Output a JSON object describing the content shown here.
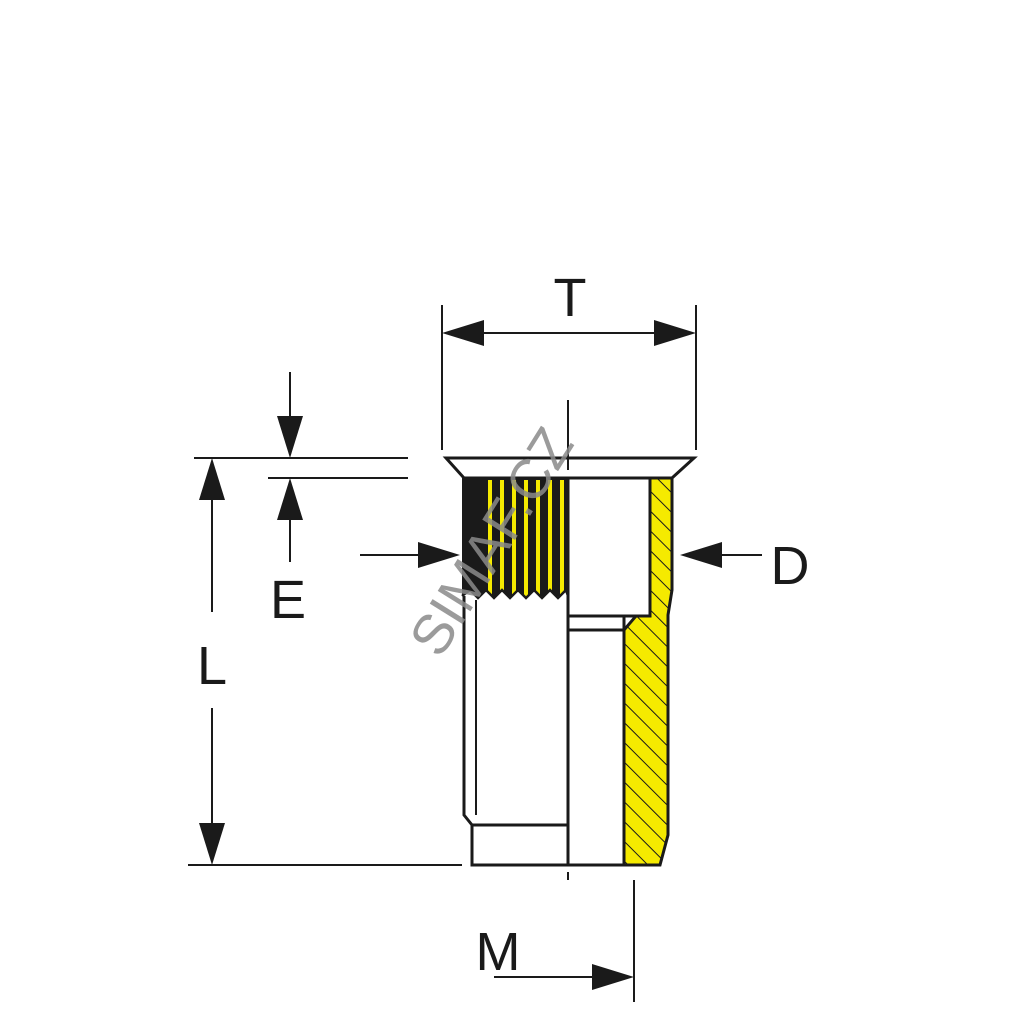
{
  "dimensions": {
    "T": "T",
    "D": "D",
    "E": "E",
    "L": "L",
    "M": "M"
  },
  "watermark": "SIMAF.CZ",
  "colors": {
    "line": "#1a1a1a",
    "fill_yellow": "#f5ea00",
    "knurl_dark": "#1a1a1a",
    "background": "#ffffff",
    "watermark": "#8a8a8a"
  }
}
